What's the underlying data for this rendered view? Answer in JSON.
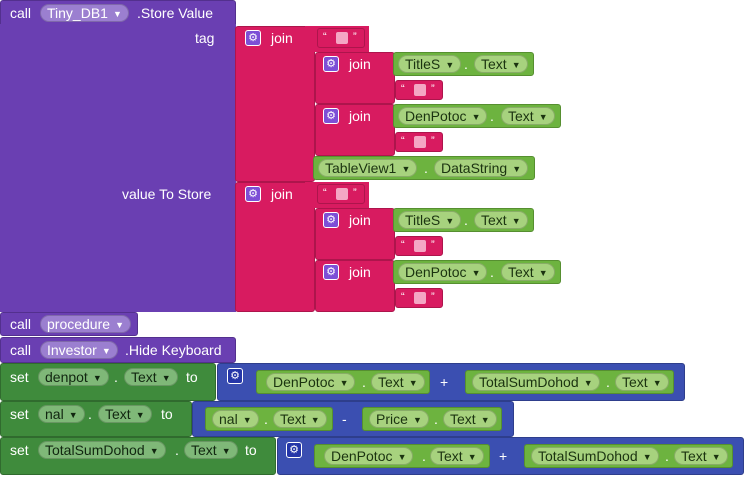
{
  "call_block": {
    "call_label": "call",
    "component": "Tiny_DB1",
    "method": ".Store Value",
    "tag_label": "tag",
    "value_label": "value To Store"
  },
  "join_label": "join",
  "string_quote_open": "“",
  "string_quote_close": "”",
  "tag_join": {
    "items": [
      {
        "component": "TitleS",
        "property": "Text"
      },
      {
        "component": "DenPotoc",
        "property": "Text"
      },
      {
        "component": "TableView1",
        "property": "DataString"
      }
    ]
  },
  "value_join": {
    "items": [
      {
        "component": "TitleS",
        "property": "Text"
      },
      {
        "component": "DenPotoc",
        "property": "Text"
      }
    ]
  },
  "call_procedure": {
    "call_label": "call",
    "name": "procedure"
  },
  "call_hide": {
    "call_label": "call",
    "component": "Investor",
    "method": ".Hide Keyboard"
  },
  "set_rows": [
    {
      "set_label": "set",
      "var": "denpot",
      "prop": "Text",
      "to_label": "to",
      "left": {
        "component": "DenPotoc",
        "property": "Text"
      },
      "operator": "+",
      "right": {
        "component": "TotalSumDohod",
        "property": "Text"
      }
    },
    {
      "set_label": "set",
      "var": "nal",
      "prop": "Text",
      "to_label": "to",
      "left": {
        "component": "nal",
        "property": "Text"
      },
      "operator": "-",
      "right": {
        "component": "Price",
        "property": "Text"
      }
    },
    {
      "set_label": "set",
      "var": "TotalSumDohod",
      "prop": "Text",
      "to_label": "to",
      "left": {
        "component": "DenPotoc",
        "property": "Text"
      },
      "operator": "+",
      "right": {
        "component": "TotalSumDohod",
        "property": "Text"
      }
    }
  ],
  "colors": {
    "procedure": "#6A3FB2",
    "text": "#D81B60",
    "component": "#6DB33F",
    "setter": "#3F8B3C",
    "math": "#3B4FB1"
  },
  "icons": {
    "mutator": "gear-icon",
    "dropdown": "chevron-down-icon"
  }
}
